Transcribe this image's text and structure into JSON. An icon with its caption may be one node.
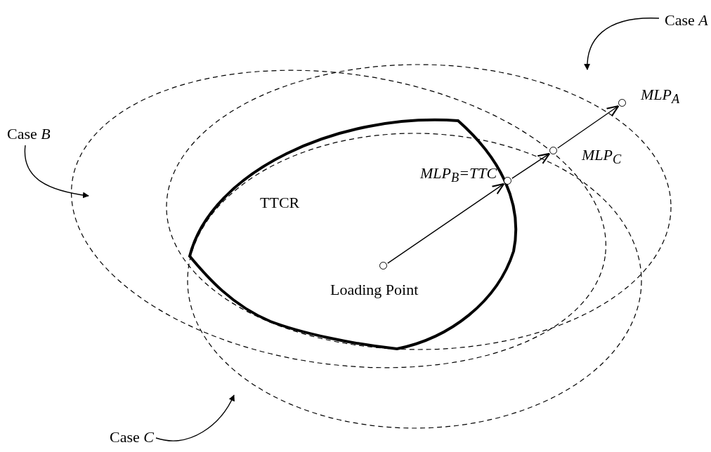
{
  "diagram": {
    "nodes": [
      {
        "text": [
          "Case *A*"
        ]
      },
      {
        "text": [
          "Case *B*"
        ]
      },
      {
        "text": [
          "TTCR"
        ]
      },
      {
        "text": [],
        "shape": "circle",
        "beside": [
          "MLP$_{A}$"
        ]
      },
      {
        "text": [],
        "shape": "circle",
        "beside": [
          "MLP$_{C}$"
        ]
      },
      {
        "text": [],
        "shape": "circle",
        "beside": [
          "MLP$_{B}$=TTC"
        ]
      },
      {
        "text": [],
        "shape": "circle",
        "beside": [
          "Loading Point"
        ],
        "in": 2
      },
      {
        "text": [
          "Case *C*"
        ]
      }
    ],
    "edges": [
      {
        "from": 0,
        "to": null,
        "arrow": "to"
      },
      {
        "from": 1,
        "to": null,
        "arrow": "to"
      },
      {
        "from": 7,
        "to": null,
        "arrow": "to"
      },
      {
        "from": 6,
        "to": 5,
        "arrow": "to"
      },
      {
        "from": 5,
        "to": 4,
        "arrow": "to"
      },
      {
        "from": 4,
        "to": 3,
        "arrow": "to"
      }
    ]
  }
}
